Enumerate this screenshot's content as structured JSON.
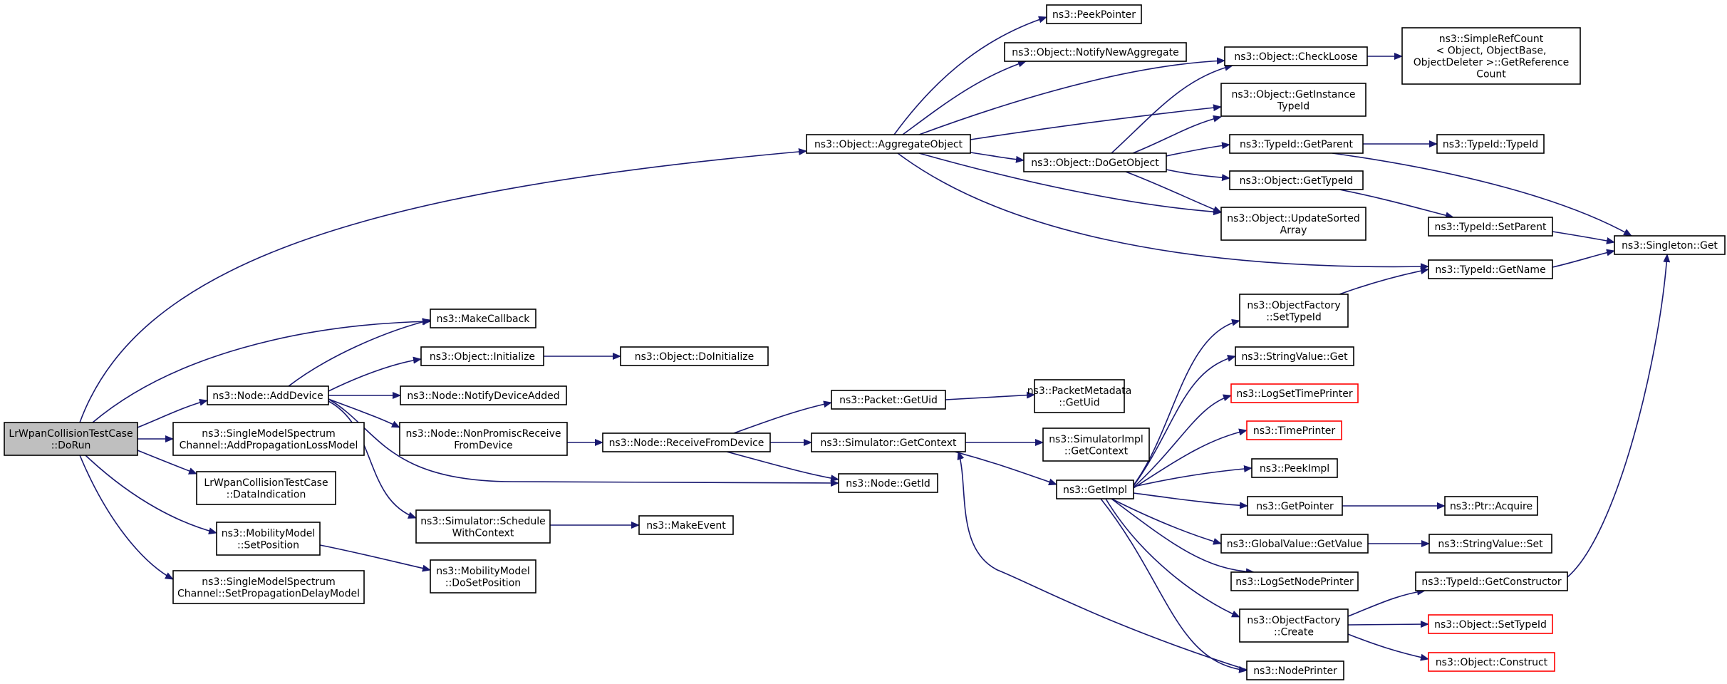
{
  "colors": {
    "edge": "#191970",
    "node_border": "#000000",
    "node_border_missing": "#ff0000",
    "node_fill": "#ffffff",
    "root_fill": "#bfbfbf"
  },
  "nodes": [
    {
      "id": "root",
      "lines": [
        "LrWpanCollisionTestCase",
        "::DoRun"
      ],
      "style": "root"
    },
    {
      "id": "makecb",
      "lines": [
        "ns3::MakeCallback"
      ],
      "style": "normal"
    },
    {
      "id": "adddev",
      "lines": [
        "ns3::Node::AddDevice"
      ],
      "style": "normal"
    },
    {
      "id": "addprop",
      "lines": [
        "ns3::SingleModelSpectrum",
        "Channel::AddPropagationLossModel"
      ],
      "style": "normal"
    },
    {
      "id": "dataind",
      "lines": [
        "LrWpanCollisionTestCase",
        "::DataIndication"
      ],
      "style": "normal"
    },
    {
      "id": "setpos",
      "lines": [
        "ns3::MobilityModel",
        "::SetPosition"
      ],
      "style": "normal"
    },
    {
      "id": "setdelay",
      "lines": [
        "ns3::SingleModelSpectrum",
        "Channel::SetPropagationDelayModel"
      ],
      "style": "normal"
    },
    {
      "id": "aggobj",
      "lines": [
        "ns3::Object::AggregateObject"
      ],
      "style": "normal"
    },
    {
      "id": "objinit",
      "lines": [
        "ns3::Object::Initialize"
      ],
      "style": "normal"
    },
    {
      "id": "notifydev",
      "lines": [
        "ns3::Node::NotifyDeviceAdded"
      ],
      "style": "normal"
    },
    {
      "id": "nonprom",
      "lines": [
        "ns3::Node::NonPromiscReceive",
        "FromDevice"
      ],
      "style": "normal"
    },
    {
      "id": "schedctx",
      "lines": [
        "ns3::Simulator::Schedule",
        "WithContext"
      ],
      "style": "normal"
    },
    {
      "id": "dosetpos",
      "lines": [
        "ns3::MobilityModel",
        "::DoSetPosition"
      ],
      "style": "normal"
    },
    {
      "id": "peekptr",
      "lines": [
        "ns3::PeekPointer"
      ],
      "style": "normal"
    },
    {
      "id": "notifyagg",
      "lines": [
        "ns3::Object::NotifyNewAggregate"
      ],
      "style": "normal"
    },
    {
      "id": "dogetobj",
      "lines": [
        "ns3::Object::DoGetObject"
      ],
      "style": "normal"
    },
    {
      "id": "doinit",
      "lines": [
        "ns3::Object::DoInitialize"
      ],
      "style": "normal"
    },
    {
      "id": "recvdev",
      "lines": [
        "ns3::Node::ReceiveFromDevice"
      ],
      "style": "normal"
    },
    {
      "id": "makeevent",
      "lines": [
        "ns3::MakeEvent"
      ],
      "style": "normal"
    },
    {
      "id": "checkloose",
      "lines": [
        "ns3::Object::CheckLoose"
      ],
      "style": "normal"
    },
    {
      "id": "getinst",
      "lines": [
        "ns3::Object::GetInstance",
        "TypeId"
      ],
      "style": "normal"
    },
    {
      "id": "getparent",
      "lines": [
        "ns3::TypeId::GetParent"
      ],
      "style": "normal"
    },
    {
      "id": "gettypeid",
      "lines": [
        "ns3::Object::GetTypeId"
      ],
      "style": "normal"
    },
    {
      "id": "updsorted",
      "lines": [
        "ns3::Object::UpdateSorted",
        "Array"
      ],
      "style": "normal"
    },
    {
      "id": "pktuid",
      "lines": [
        "ns3::Packet::GetUid"
      ],
      "style": "normal"
    },
    {
      "id": "simctx",
      "lines": [
        "ns3::Simulator::GetContext"
      ],
      "style": "normal"
    },
    {
      "id": "nodegetid",
      "lines": [
        "ns3::Node::GetId"
      ],
      "style": "normal"
    },
    {
      "id": "pmuid",
      "lines": [
        "ns3::PacketMetadata",
        "::GetUid"
      ],
      "style": "normal"
    },
    {
      "id": "simimplctx",
      "lines": [
        "ns3::SimulatorImpl",
        "::GetContext"
      ],
      "style": "normal"
    },
    {
      "id": "getimpl",
      "lines": [
        "ns3::GetImpl"
      ],
      "style": "normal"
    },
    {
      "id": "refcount",
      "lines": [
        "ns3::SimpleRefCount",
        "< Object, ObjectBase,",
        "ObjectDeleter >::GetReference",
        "Count"
      ],
      "style": "normal"
    },
    {
      "id": "typeidctor",
      "lines": [
        "ns3::TypeId::TypeId"
      ],
      "style": "normal"
    },
    {
      "id": "setparent",
      "lines": [
        "ns3::TypeId::SetParent"
      ],
      "style": "normal"
    },
    {
      "id": "getname",
      "lines": [
        "ns3::TypeId::GetName"
      ],
      "style": "normal"
    },
    {
      "id": "ofsettype",
      "lines": [
        "ns3::ObjectFactory",
        "::SetTypeId"
      ],
      "style": "normal"
    },
    {
      "id": "strget",
      "lines": [
        "ns3::StringValue::Get"
      ],
      "style": "normal"
    },
    {
      "id": "logtime",
      "lines": [
        "ns3::LogSetTimePrinter"
      ],
      "style": "missing"
    },
    {
      "id": "timeprinter",
      "lines": [
        "ns3::TimePrinter"
      ],
      "style": "missing"
    },
    {
      "id": "peekimpl",
      "lines": [
        "ns3::PeekImpl"
      ],
      "style": "normal"
    },
    {
      "id": "getpointer",
      "lines": [
        "ns3::GetPointer"
      ],
      "style": "normal"
    },
    {
      "id": "gvgetvalue",
      "lines": [
        "ns3::GlobalValue::GetValue"
      ],
      "style": "normal"
    },
    {
      "id": "lognode",
      "lines": [
        "ns3::LogSetNodePrinter"
      ],
      "style": "normal"
    },
    {
      "id": "ofcreate",
      "lines": [
        "ns3::ObjectFactory",
        "::Create"
      ],
      "style": "normal"
    },
    {
      "id": "nodeprinter",
      "lines": [
        "ns3::NodePrinter"
      ],
      "style": "normal"
    },
    {
      "id": "singleton",
      "lines": [
        "ns3::Singleton::Get"
      ],
      "style": "normal"
    },
    {
      "id": "ptracq",
      "lines": [
        "ns3::Ptr::Acquire"
      ],
      "style": "normal"
    },
    {
      "id": "strset",
      "lines": [
        "ns3::StringValue::Set"
      ],
      "style": "normal"
    },
    {
      "id": "getctor",
      "lines": [
        "ns3::TypeId::GetConstructor"
      ],
      "style": "normal"
    },
    {
      "id": "objsettype",
      "lines": [
        "ns3::Object::SetTypeId"
      ],
      "style": "missing"
    },
    {
      "id": "objconstruct",
      "lines": [
        "ns3::Object::Construct"
      ],
      "style": "missing"
    }
  ],
  "edges": [
    {
      "from": "root",
      "to": "aggobj"
    },
    {
      "from": "root",
      "to": "makecb"
    },
    {
      "from": "root",
      "to": "adddev"
    },
    {
      "from": "root",
      "to": "addprop"
    },
    {
      "from": "root",
      "to": "dataind"
    },
    {
      "from": "root",
      "to": "setpos"
    },
    {
      "from": "root",
      "to": "setdelay"
    },
    {
      "from": "adddev",
      "to": "makecb"
    },
    {
      "from": "adddev",
      "to": "objinit"
    },
    {
      "from": "adddev",
      "to": "notifydev"
    },
    {
      "from": "adddev",
      "to": "nonprom"
    },
    {
      "from": "adddev",
      "to": "nodegetid"
    },
    {
      "from": "adddev",
      "to": "schedctx"
    },
    {
      "from": "setpos",
      "to": "dosetpos"
    },
    {
      "from": "objinit",
      "to": "doinit"
    },
    {
      "from": "nonprom",
      "to": "recvdev"
    },
    {
      "from": "schedctx",
      "to": "makeevent"
    },
    {
      "from": "recvdev",
      "to": "pktuid"
    },
    {
      "from": "recvdev",
      "to": "simctx"
    },
    {
      "from": "recvdev",
      "to": "nodegetid"
    },
    {
      "from": "pktuid",
      "to": "pmuid"
    },
    {
      "from": "simctx",
      "to": "simimplctx"
    },
    {
      "from": "simctx",
      "to": "getimpl"
    },
    {
      "from": "aggobj",
      "to": "peekptr"
    },
    {
      "from": "aggobj",
      "to": "notifyagg"
    },
    {
      "from": "aggobj",
      "to": "checkloose"
    },
    {
      "from": "aggobj",
      "to": "getinst"
    },
    {
      "from": "aggobj",
      "to": "dogetobj"
    },
    {
      "from": "aggobj",
      "to": "updsorted"
    },
    {
      "from": "aggobj",
      "to": "getname"
    },
    {
      "from": "dogetobj",
      "to": "checkloose"
    },
    {
      "from": "dogetobj",
      "to": "getinst"
    },
    {
      "from": "dogetobj",
      "to": "getparent"
    },
    {
      "from": "dogetobj",
      "to": "gettypeid"
    },
    {
      "from": "dogetobj",
      "to": "updsorted"
    },
    {
      "from": "checkloose",
      "to": "refcount"
    },
    {
      "from": "getparent",
      "to": "typeidctor"
    },
    {
      "from": "getparent",
      "to": "singleton"
    },
    {
      "from": "gettypeid",
      "to": "setparent"
    },
    {
      "from": "setparent",
      "to": "singleton"
    },
    {
      "from": "getname",
      "to": "singleton"
    },
    {
      "from": "getimpl",
      "to": "ofsettype"
    },
    {
      "from": "getimpl",
      "to": "strget"
    },
    {
      "from": "getimpl",
      "to": "logtime"
    },
    {
      "from": "getimpl",
      "to": "timeprinter"
    },
    {
      "from": "getimpl",
      "to": "peekimpl"
    },
    {
      "from": "getimpl",
      "to": "getpointer"
    },
    {
      "from": "getimpl",
      "to": "gvgetvalue"
    },
    {
      "from": "getimpl",
      "to": "lognode"
    },
    {
      "from": "getimpl",
      "to": "ofcreate"
    },
    {
      "from": "getimpl",
      "to": "nodeprinter"
    },
    {
      "from": "ofsettype",
      "to": "getname"
    },
    {
      "from": "getpointer",
      "to": "ptracq"
    },
    {
      "from": "gvgetvalue",
      "to": "strset"
    },
    {
      "from": "ofcreate",
      "to": "getctor"
    },
    {
      "from": "ofcreate",
      "to": "objsettype"
    },
    {
      "from": "ofcreate",
      "to": "objconstruct"
    },
    {
      "from": "getctor",
      "to": "singleton"
    },
    {
      "from": "nodeprinter",
      "to": "simctx"
    }
  ]
}
